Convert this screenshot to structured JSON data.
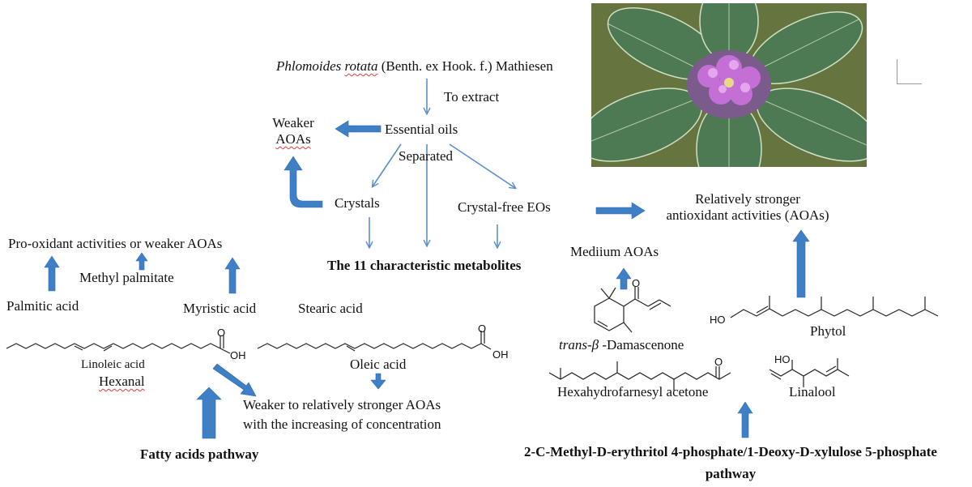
{
  "title": {
    "species_italic_1": "Phlomoides",
    "species_italic_2": "rotata",
    "species_rest": "(Benth. ex Hook. f.) Mathiesen"
  },
  "steps": {
    "to_extract": "To extract",
    "essential_oils": "Essential oils",
    "separated": "Separated",
    "crystals": "Crystals",
    "crystal_free": "Crystal-free EOs",
    "metabolites": "The 11 characteristic metabolites"
  },
  "aoa": {
    "weaker_line1": "Weaker",
    "weaker_line2": "AOAs",
    "stronger_line1": "Relatively stronger",
    "stronger_line2": "antioxidant activities (AOAs)",
    "medium": "Mediium AOAs",
    "prooxidant": "Pro-oxidant activities or weaker AOAs",
    "concentration_line1": "Weaker to relatively stronger AOAs",
    "concentration_line2": "with the increasing of concentration"
  },
  "compounds": {
    "methyl_palmitate": "Methyl palmitate",
    "palmitic_acid": "Palmitic acid",
    "myristic_acid": "Myristic acid",
    "stearic_acid": "Stearic acid",
    "linoleic_acid": "Linoleic acid",
    "hexanal": "Hexanal",
    "oleic_acid": "Oleic acid",
    "damascenone_prefix": "trans-β",
    "damascenone_suffix": "-Damascenone",
    "phytol": "Phytol",
    "hexahydrofarnesyl_acetone": "Hexahydrofarnesyl acetone",
    "linalool": "Linalool"
  },
  "atoms": {
    "oh": "OH",
    "o": "O",
    "ho": "HO"
  },
  "pathways": {
    "fatty_acids": "Fatty acids pathway",
    "mep_line1": "2-C-Methyl-D-erythritol 4-phosphate/1-Deoxy-D-xylulose 5-phosphate",
    "mep_line2": "pathway"
  },
  "colors": {
    "arrow": "#5b8fc9",
    "block_arrow": "#3f7fc6",
    "underline": "#e0403a"
  },
  "icons": {
    "photo": "plant-photo"
  }
}
